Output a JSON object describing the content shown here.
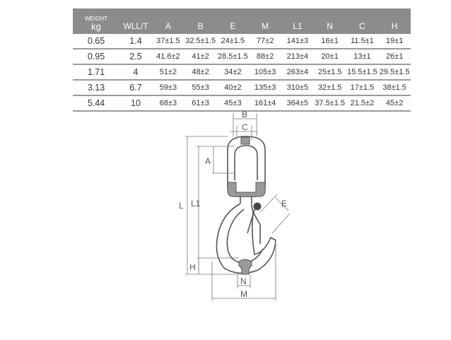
{
  "table": {
    "header_weight_top": "WEIGHT",
    "header_weight_unit": "kg",
    "headers": [
      "WLL/T",
      "A",
      "B",
      "E",
      "M",
      "L1",
      "N",
      "C",
      "H"
    ],
    "rows": [
      [
        "0.65",
        "1.4",
        "37±1.5",
        "32.5±1.5",
        "24±1.5",
        "77±2",
        "141±3",
        "16±1",
        "11.5±1",
        "19±1"
      ],
      [
        "0.95",
        "2.5",
        "41.6±2",
        "41±2",
        "28.5±1.5",
        "88±2",
        "213±4",
        "20±1",
        "13±1",
        "26±1"
      ],
      [
        "1.71",
        "4",
        "51±2",
        "48±2",
        "34±2",
        "105±3",
        "263±4",
        "25±1.5",
        "15.5±1.5",
        "29.5±1.5"
      ],
      [
        "3.13",
        "6.7",
        "59±3",
        "55±3",
        "40±2",
        "135±3",
        "310±5",
        "32±1.5",
        "17±1.5",
        "38±1.5"
      ],
      [
        "5.44",
        "10",
        "68±3",
        "61±3",
        "45±3",
        "161±4",
        "364±5",
        "37.5±1.5",
        "21.5±2",
        "45±2"
      ]
    ]
  },
  "drawing": {
    "labels": {
      "B": "B",
      "C": "C",
      "A": "A",
      "L": "L",
      "L1": "L1",
      "E": "E",
      "H": "H",
      "N": "N",
      "M": "M"
    }
  }
}
